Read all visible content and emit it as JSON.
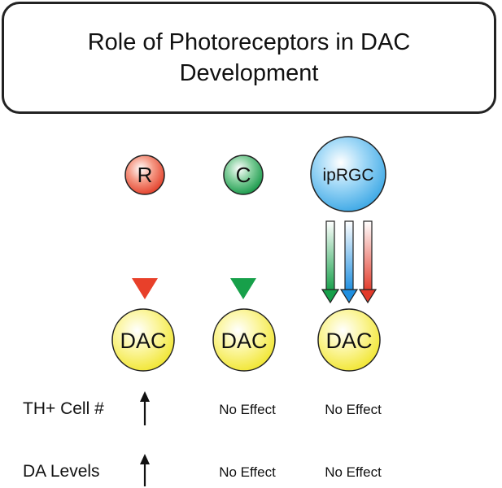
{
  "title": {
    "line1": "Role of Photoreceptors in DAC",
    "line2": "Development"
  },
  "photoreceptors": {
    "rod": "R",
    "cone": "C",
    "iprgc": "ipRGC"
  },
  "dac_label": "DAC",
  "rows": [
    {
      "label": "TH+ Cell #",
      "rod": "↑",
      "cone": "No Effect",
      "iprgc": "No Effect"
    },
    {
      "label": "DA Levels",
      "rod": "↑",
      "cone": "No Effect",
      "iprgc": "No Effect"
    }
  ],
  "colors": {
    "rod": "#e8402a",
    "cone": "#1aa05a",
    "iprgc_fill": "#2aa5e6",
    "dac_fill": "#f2ea2a",
    "arrow_green": "#17a04a",
    "arrow_blue": "#1f8fe0",
    "arrow_red": "#e23a2a"
  }
}
